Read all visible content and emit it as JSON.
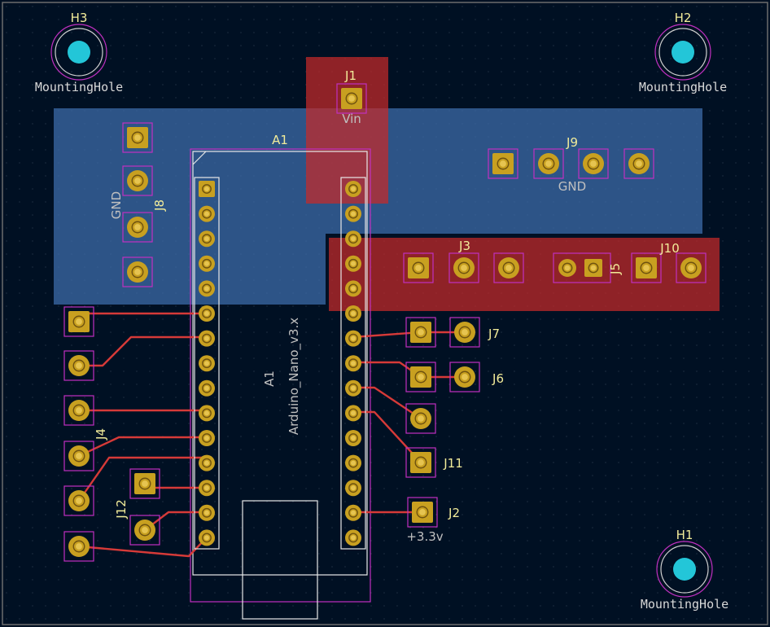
{
  "colors": {
    "background": "#001023",
    "board_edge": "#6c6c6c",
    "gnd_zone": "#3f6fae",
    "pwr_zone": "#c62a2a",
    "track": "#d63a38",
    "pad": "#c8a020",
    "courtyard": "#c030c0",
    "silk_ref": "#f2ec9a",
    "silk_value": "#d8d8d8",
    "hole": "#23c6d8"
  },
  "mounting_holes": [
    {
      "ref": "H3",
      "value": "MountingHole"
    },
    {
      "ref": "H2",
      "value": "MountingHole"
    },
    {
      "ref": "H1",
      "value": "MountingHole"
    }
  ],
  "components": {
    "j1": {
      "ref": "J1",
      "value": "Vin"
    },
    "a1": {
      "ref": "A1",
      "ref_fab": "A1",
      "value": "Arduino_Nano_v3.x"
    },
    "j8": {
      "ref": "J8",
      "value": "GND"
    },
    "j9": {
      "ref": "J9",
      "value": "GND"
    },
    "j3": {
      "ref": "J3"
    },
    "j5": {
      "ref": "J5"
    },
    "j10": {
      "ref": "J10"
    },
    "j7": {
      "ref": "J7"
    },
    "j6": {
      "ref": "J6"
    },
    "j11": {
      "ref": "J11"
    },
    "j2": {
      "ref": "J2",
      "value": "+3.3v"
    },
    "j4": {
      "ref": "J4"
    },
    "j12": {
      "ref": "J12"
    }
  }
}
